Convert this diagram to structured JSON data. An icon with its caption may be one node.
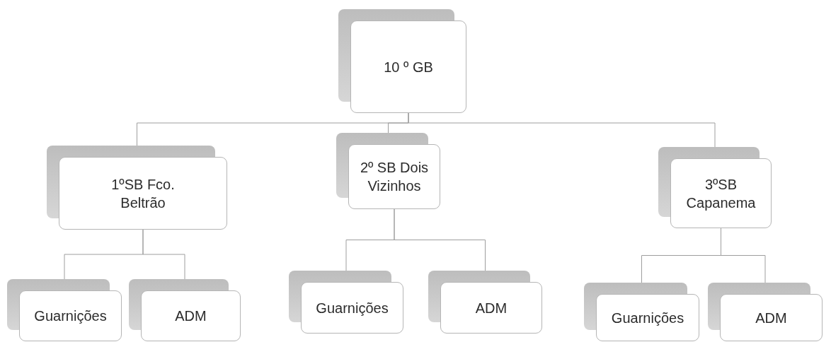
{
  "diagram": {
    "nodes": [
      {
        "text": [
          "10 º GB"
        ]
      },
      {
        "text": [
          "1ºSB Fco. Beltrão"
        ]
      },
      {
        "text": [
          "2º SB Dois Vizinhos"
        ]
      },
      {
        "text": [
          "3ºSB Capanema"
        ]
      },
      {
        "text": [
          "Guarnições"
        ]
      },
      {
        "text": [
          "ADM"
        ]
      },
      {
        "text": [
          "Guarnições"
        ]
      },
      {
        "text": [
          "ADM"
        ]
      },
      {
        "text": [
          "Guarnições"
        ]
      },
      {
        "text": [
          "ADM"
        ]
      }
    ],
    "edges": [
      {
        "from": 0,
        "to": 1,
        "arrow": "none"
      },
      {
        "from": 0,
        "to": 2,
        "arrow": "none"
      },
      {
        "from": 0,
        "to": 3,
        "arrow": "none"
      },
      {
        "from": 1,
        "to": 4,
        "arrow": "none"
      },
      {
        "from": 1,
        "to": 5,
        "arrow": "none"
      },
      {
        "from": 2,
        "to": 6,
        "arrow": "none"
      },
      {
        "from": 2,
        "to": 7,
        "arrow": "none"
      },
      {
        "from": 3,
        "to": 8,
        "arrow": "none"
      },
      {
        "from": 3,
        "to": 9,
        "arrow": "none"
      }
    ]
  }
}
